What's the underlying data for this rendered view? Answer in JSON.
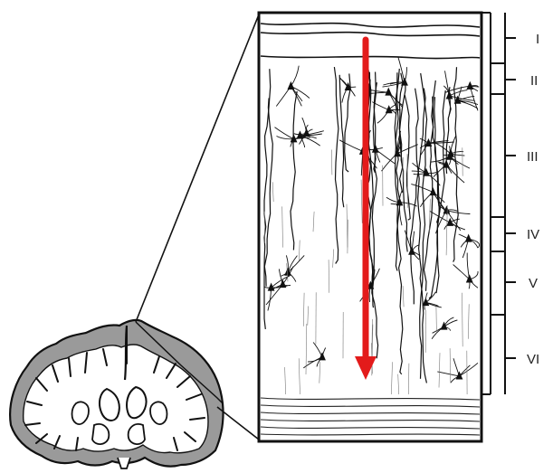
{
  "figure": {
    "layers": [
      {
        "label": "I"
      },
      {
        "label": "II"
      },
      {
        "label": "III"
      },
      {
        "label": "IV"
      },
      {
        "label": "V"
      },
      {
        "label": "VI"
      }
    ],
    "arrow_color": "#e31b1b",
    "line_color": "#111111",
    "brain_gray_matter_color": "#9a9a9a"
  }
}
